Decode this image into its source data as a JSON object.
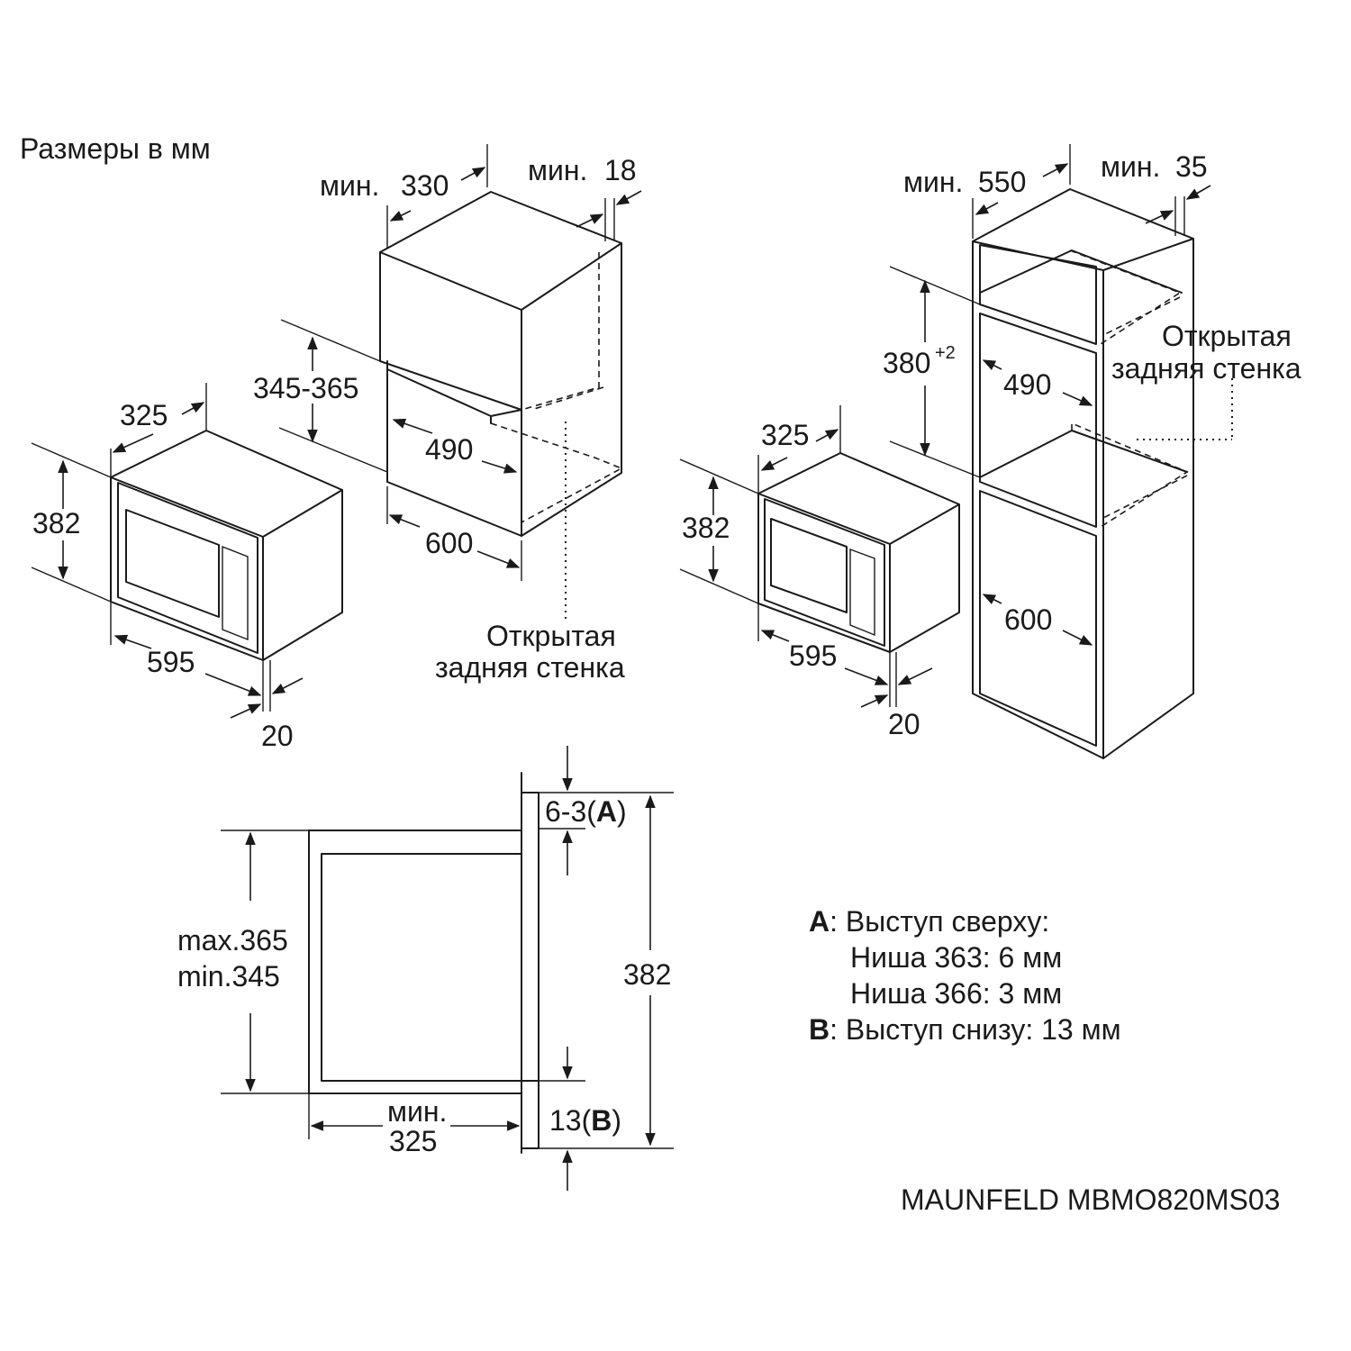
{
  "header": {
    "units_label": "Размеры в мм"
  },
  "cabinet_install": {
    "width_min_prefix": "мин.",
    "width_min_value": "330",
    "gap_min_prefix": "мин.",
    "gap_min_value": "18",
    "niche_height": "345-365",
    "inner_depth": "490",
    "niche_width": "600",
    "open_back_line1": "Открытая",
    "open_back_line2": "задняя стенка"
  },
  "tall_install": {
    "width_min_prefix": "мин.",
    "width_min_value": "550",
    "gap_min_prefix": "мин.",
    "gap_min_value": "35",
    "niche_height": "380",
    "niche_height_tol": "+2",
    "inner_depth": "490",
    "niche_width": "600",
    "open_back_line1": "Открытая",
    "open_back_line2": "задняя стенка"
  },
  "appliance_left": {
    "depth": "325",
    "height": "382",
    "width": "595",
    "frame": "20"
  },
  "appliance_right": {
    "depth": "325",
    "height": "382",
    "width": "595",
    "frame": "20"
  },
  "side_view": {
    "niche_max": "max.365",
    "niche_min": "min.345",
    "depth_prefix": "мин.",
    "depth_value": "325",
    "total_height": "382",
    "top_gap_value": "6-3",
    "top_gap_letter": "A",
    "bottom_gap_value": "13",
    "bottom_gap_letter": "B"
  },
  "legend": {
    "a_letter": "A",
    "a_title": ": Выступ сверху:",
    "a_line1": "Ниша 363: 6 мм",
    "a_line2": "Ниша 366: 3 мм",
    "b_letter": "B",
    "b_text": ": Выступ снизу: 13 мм"
  },
  "model": "MAUNFELD MBMO820MS03"
}
